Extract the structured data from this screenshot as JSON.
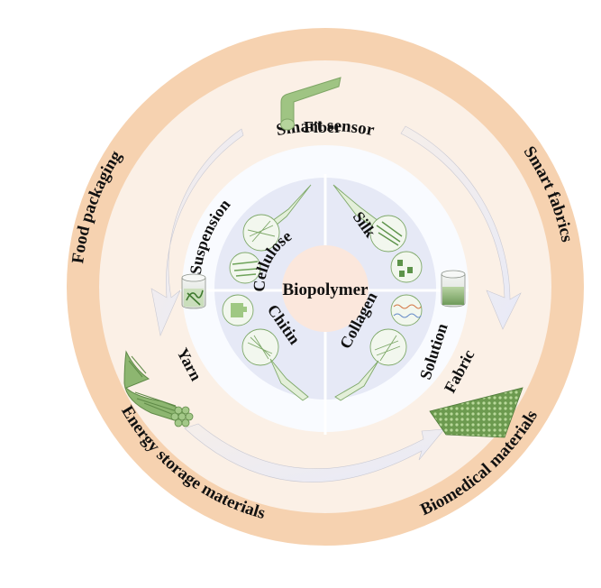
{
  "title": "Biopolymer to fabric applications diagram",
  "colors": {
    "outer_ring": "#f6d2b0",
    "cream_band": "#fbf0e6",
    "white_ring": "#f9fbff",
    "quadrant": "#e6e9f6",
    "center": "#fbe7dc",
    "arrow": "#eceef8",
    "green": "#8fb870",
    "green_dark": "#5d8a45",
    "text": "#111111"
  },
  "center": {
    "label": "Biopolymer"
  },
  "biopolymers": [
    {
      "label": "Cellulose",
      "quadrant": "top-left"
    },
    {
      "label": "Silk",
      "quadrant": "top-right"
    },
    {
      "label": "Chitin",
      "quadrant": "bottom-left"
    },
    {
      "label": "Collagen",
      "quadrant": "bottom-right"
    }
  ],
  "states": [
    {
      "label": "Suspension",
      "icon": "beaker-suspension-icon"
    },
    {
      "label": "Solution",
      "icon": "beaker-solution-icon"
    }
  ],
  "products": [
    {
      "label": "Fiber",
      "icon": "fiber-icon"
    },
    {
      "label": "Yarn",
      "icon": "yarn-icon"
    },
    {
      "label": "Fabric",
      "icon": "fabric-icon"
    }
  ],
  "applications": [
    {
      "label": "Smart  sensor"
    },
    {
      "label": "Smart fabrics"
    },
    {
      "label": "Biomedical  materials"
    },
    {
      "label": "Energy storage materials"
    },
    {
      "label": "Food packaging"
    }
  ]
}
